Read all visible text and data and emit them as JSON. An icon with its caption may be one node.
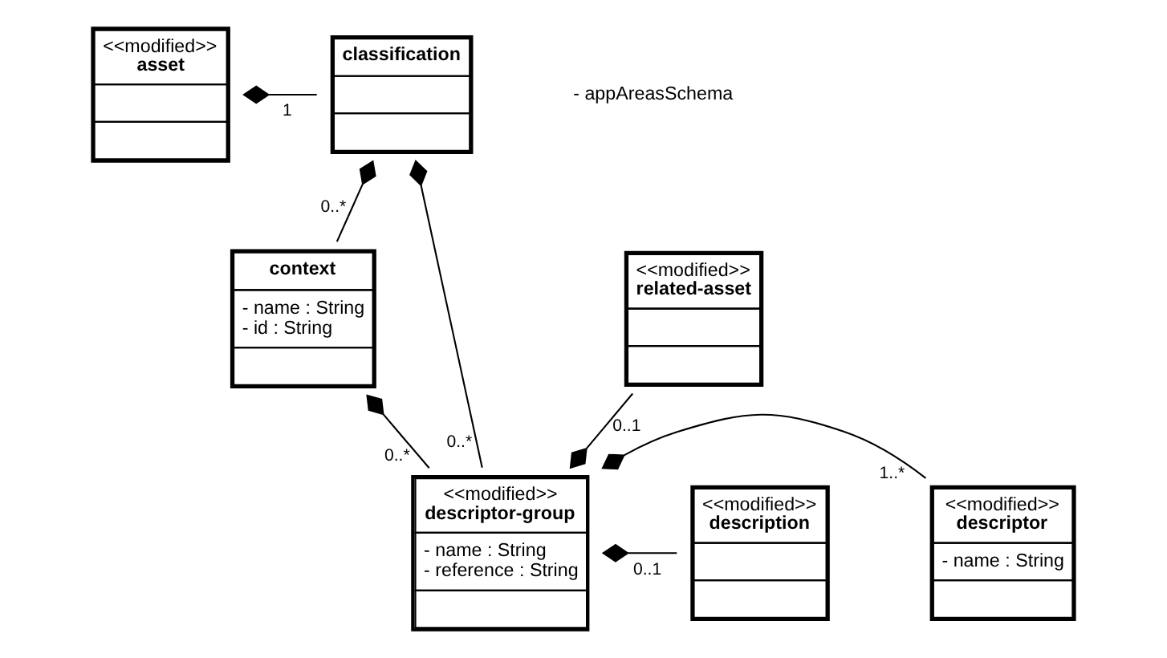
{
  "diagram": {
    "nodes": [
      {
        "text": [
          "<<modified>>",
          "asset"
        ]
      },
      {
        "text": [
          "classification"
        ]
      },
      {
        "text": [
          "context",
          "- name : String",
          "- id : String"
        ]
      },
      {
        "text": [
          "<<modified>>",
          "related-asset"
        ]
      },
      {
        "text": [
          "<<modified>>",
          "descriptor-group",
          "- name : String",
          "- reference : String"
        ]
      },
      {
        "text": [
          "<<modified>>",
          "descriptor",
          "- name : String"
        ]
      },
      {
        "text": [
          "<<modified>>",
          "description"
        ]
      }
    ],
    "edges": [
      {
        "from": 0,
        "to": 1,
        "arrow": "other",
        "label": "1"
      },
      {
        "from": 1,
        "to": 2,
        "arrow": "other",
        "label": "0..*"
      },
      {
        "from": 1,
        "to": 4,
        "arrow": "other",
        "label": "0..*"
      },
      {
        "from": 2,
        "to": 4,
        "arrow": "other",
        "label": "0..*"
      },
      {
        "from": 4,
        "to": 3,
        "arrow": "other",
        "label": "0..1"
      },
      {
        "from": 4,
        "to": 5,
        "arrow": "other",
        "label": "1..*"
      },
      {
        "from": 4,
        "to": 6,
        "arrow": "other",
        "label": "0..1"
      }
    ],
    "labels": [
      "- appAreasSchema"
    ]
  }
}
